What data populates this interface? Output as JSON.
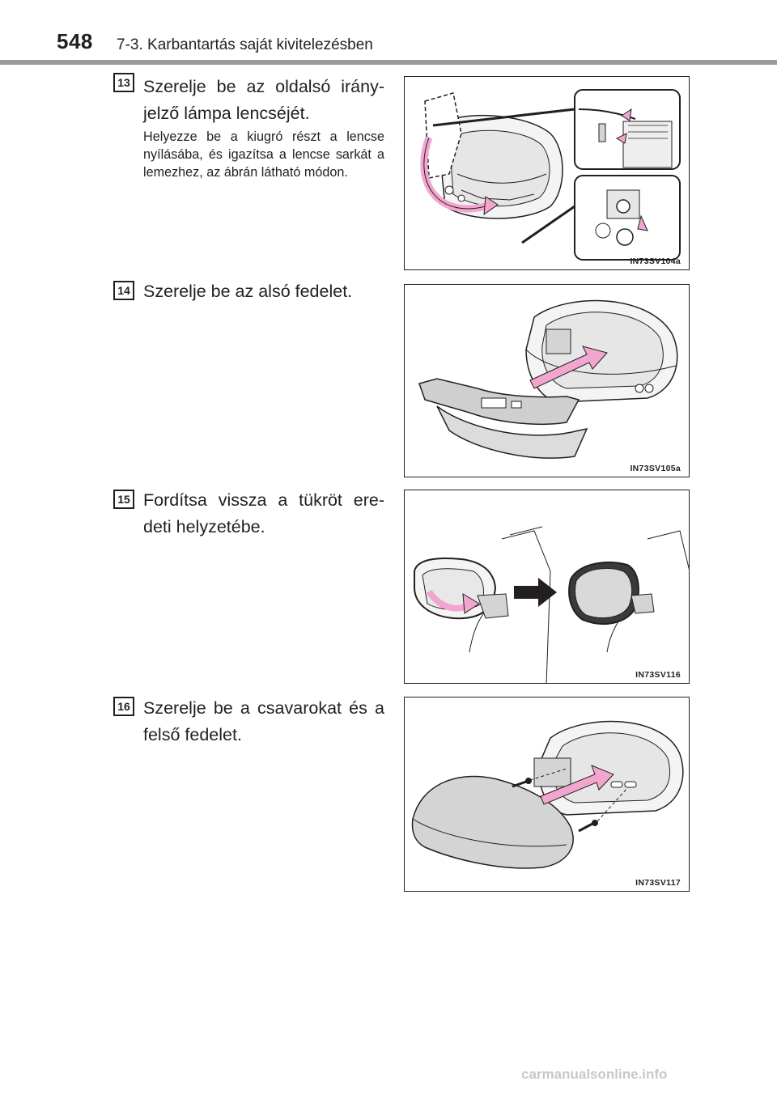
{
  "header": {
    "page_number": "548",
    "section_title": "7-3. Karbantartás saját kivitelezésben"
  },
  "steps": [
    {
      "number": "13",
      "title": "Szerelje be az oldalsó irány-jelző lámpa lencséjét.",
      "description": "Helyezze be a kiugró részt a lencse nyílásába, és igazítsa a lencse sarkát a lemezhez, az ábrán látható módon.",
      "figure_code": "IN73SV104a"
    },
    {
      "number": "14",
      "title": "Szerelje be az alsó fedelet.",
      "figure_code": "IN73SV105a"
    },
    {
      "number": "15",
      "title": "Fordítsa vissza a tükröt ere-deti helyzetébe.",
      "figure_code": "IN73SV116"
    },
    {
      "number": "16",
      "title": "Szerelje be a csavarokat és a felső fedelet.",
      "figure_code": "IN73SV117"
    }
  ],
  "colors": {
    "arrow_pink": "#f2a6cf",
    "arrow_dark": "#231f20",
    "part_gray": "#d4d4d4",
    "header_rule": "#9a9a9a"
  },
  "footer": {
    "watermark": "carmanualsonline.info"
  }
}
